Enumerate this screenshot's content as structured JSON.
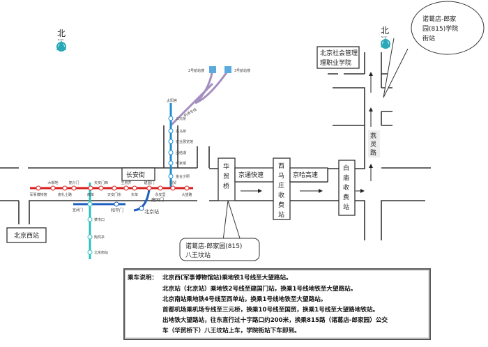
{
  "compass": {
    "label": "北",
    "sub": "North"
  },
  "landmarks": {
    "college": [
      "北京社会管理",
      "理职业学院"
    ],
    "bubble_top": [
      "诺葛店-郎家",
      "园(815)学院",
      "街站"
    ],
    "bubble_bottom": [
      "诺葛店-郎家园(815)",
      "八王坟站"
    ],
    "changan": "长安街",
    "beijing_west": "北京西站",
    "huamao": [
      "华",
      "贸",
      "桥"
    ],
    "jingtong": "京通快速",
    "ximazhuang": [
      "西",
      "马",
      "庄",
      "收",
      "费",
      "站"
    ],
    "jingha": "京哈高速",
    "baimiao": [
      "白",
      "庙",
      "收",
      "费",
      "站"
    ],
    "yanling": [
      "燕",
      "灵",
      "路"
    ]
  },
  "subway": {
    "colors": {
      "line1": "#d81e1e",
      "line10": "#1e8fd0",
      "line2": "#1e5fbf",
      "line4": "#2bbfbf",
      "airport": "#a58fbf"
    },
    "line1": [
      "军事博物馆",
      "木樨地",
      "南礼士路",
      "复兴门",
      "西单",
      "天安门西",
      "天安门东",
      "王府井",
      "东单",
      "建国门",
      "永安里",
      "国贸",
      "大望路"
    ],
    "line10": [
      "太阳宫",
      "三元桥",
      "亮马桥",
      "农业展览馆",
      "团结湖",
      "呼家楼",
      "金台夕照"
    ],
    "line4": [
      "宣武门",
      "菜市口",
      "陶然亭",
      "北京南站"
    ],
    "line2": [
      "和平门",
      "北京站",
      "建国门"
    ],
    "airport": {
      "label": "机场专线",
      "t2": "2号航站楼",
      "t3": "3号航站楼"
    }
  },
  "instructions": {
    "title": "乘车说明：",
    "lines": [
      "北京西(军事博物馆站)乘地铁1号线至大望路站。",
      "北京站（北京站）乘地铁2号线至建国门站，换乘1号线地铁至大望路站。",
      "北京南站乘地铁4号线至西单站，换乘1号线地铁至大望路站。",
      "首都机场乘机场专线至三元桥，换乘10号线至国贸，换乘1号线至大望路地铁站。",
      "出地铁大望路站，往东直行过十字路口约200米，换乘815路（诸葛店-郎家园）公交",
      "车（华贸桥下）八王坟站上车，学院街站下车即到。"
    ]
  }
}
